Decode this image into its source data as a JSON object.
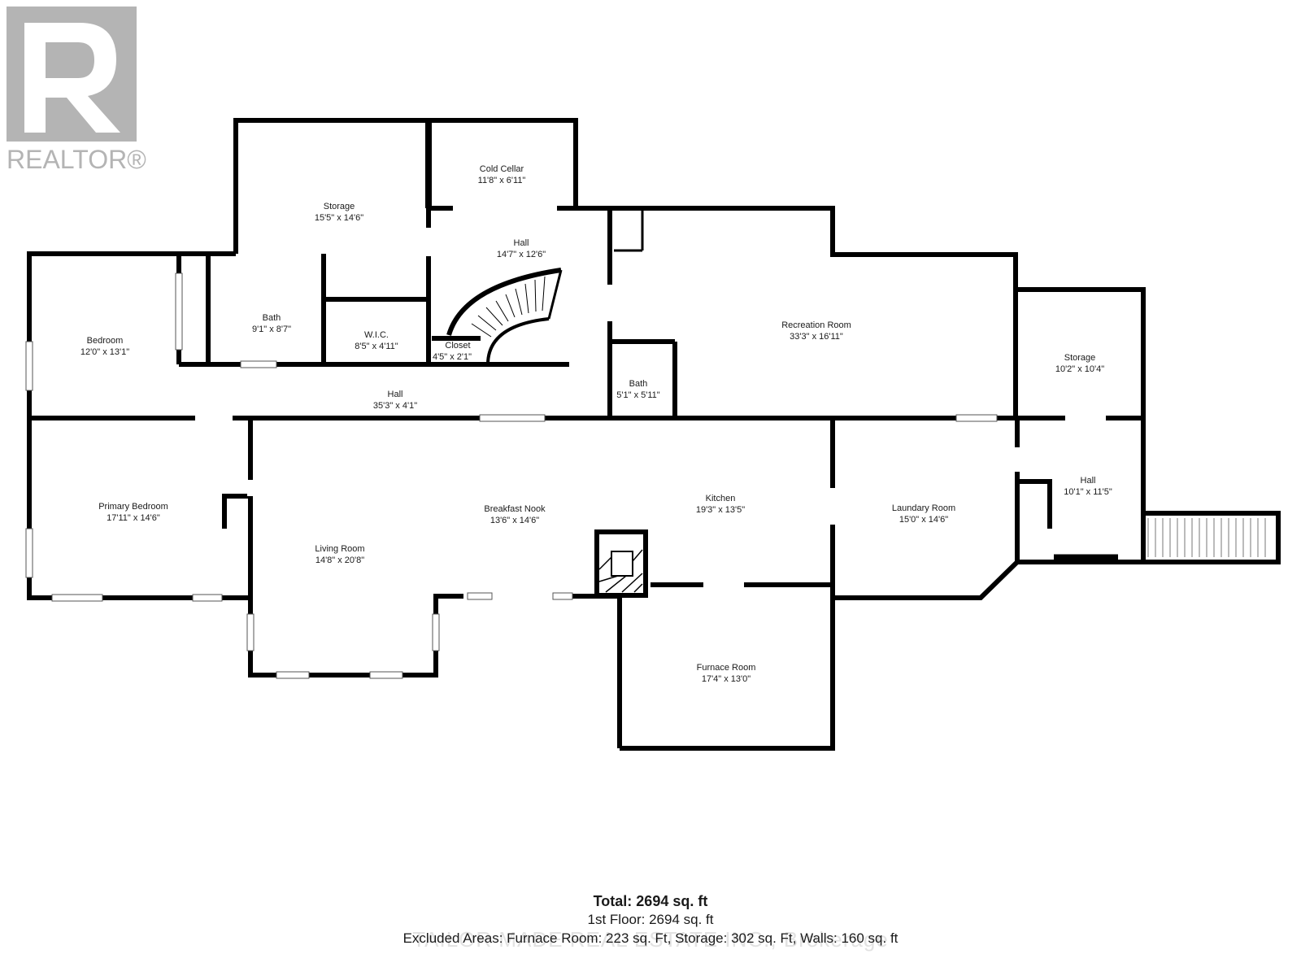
{
  "logo": {
    "name": "realtor-logo",
    "wordmark": "REALTOR®"
  },
  "colors": {
    "wall": "#000000",
    "logo": "#b4b4b4",
    "watermark": "#e2e2e2",
    "text": "#1a1a1a"
  },
  "rooms": {
    "cold_cellar": {
      "name": "Cold Cellar",
      "dim": "11'8\" x 6'11\""
    },
    "storage_top": {
      "name": "Storage",
      "dim": "15'5\" x 14'6\""
    },
    "hall_top": {
      "name": "Hall",
      "dim": "14'7\" x 12'6\""
    },
    "bedroom": {
      "name": "Bedroom",
      "dim": "12'0\" x 13'1\""
    },
    "bath_left": {
      "name": "Bath",
      "dim": "9'1\" x 8'7\""
    },
    "wic": {
      "name": "W.I.C.",
      "dim": "8'5\" x 4'11\""
    },
    "closet": {
      "name": "Closet",
      "dim": "4'5\" x 2'1\""
    },
    "recreation": {
      "name": "Recreation Room",
      "dim": "33'3\" x 16'11\""
    },
    "storage_right": {
      "name": "Storage",
      "dim": "10'2\" x 10'4\""
    },
    "bath_small": {
      "name": "Bath",
      "dim": "5'1\" x 5'11\""
    },
    "hall_long": {
      "name": "Hall",
      "dim": "35'3\" x 4'1\""
    },
    "primary_bedroom": {
      "name": "Primary Bedroom",
      "dim": "17'11\" x 14'6\""
    },
    "breakfast_nook": {
      "name": "Breakfast Nook",
      "dim": "13'6\" x 14'6\""
    },
    "kitchen": {
      "name": "Kitchen",
      "dim": "19'3\" x 13'5\""
    },
    "laundry": {
      "name": "Laundary Room",
      "dim": "15'0\" x 14'6\""
    },
    "hall_right": {
      "name": "Hall",
      "dim": "10'1\" x 11'5\""
    },
    "living_room": {
      "name": "Living Room",
      "dim": "14'8\" x 20'8\""
    },
    "furnace_room": {
      "name": "Furnace Room",
      "dim": "17'4\" x 13'0\""
    }
  },
  "summary": {
    "total": "Total: 2694 sq. ft",
    "floor": "1st Floor: 2694 sq. ft",
    "excluded": "Excluded Areas: Furnace Room: 223 sq. Ft, Storage: 302 sq. Ft, Walls: 160 sq. ft"
  },
  "watermark": "TAILOR MADE REAL ESTATE INC., Brokerage"
}
